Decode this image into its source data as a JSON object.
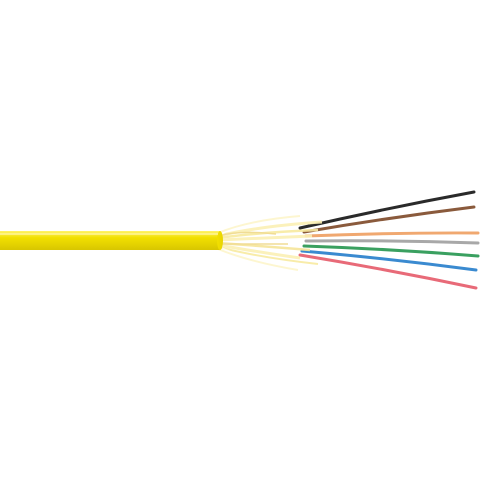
{
  "image": {
    "subject": "fiber-optic-cable",
    "background_color": "#ffffff",
    "jacket_color": "#f2e000",
    "jacket_highlight": "#fff36a",
    "jacket_shadow": "#d8c600",
    "aramid_yarn_color": "#fbf0b4",
    "fibers": [
      {
        "name": "black",
        "color": "#2a2a2a"
      },
      {
        "name": "brown",
        "color": "#8a5a3c"
      },
      {
        "name": "orange",
        "color": "#f0a870"
      },
      {
        "name": "slate",
        "color": "#a8a8a8"
      },
      {
        "name": "green",
        "color": "#3aa060"
      },
      {
        "name": "blue",
        "color": "#3a8ad0"
      },
      {
        "name": "red",
        "color": "#e86a78"
      }
    ]
  }
}
